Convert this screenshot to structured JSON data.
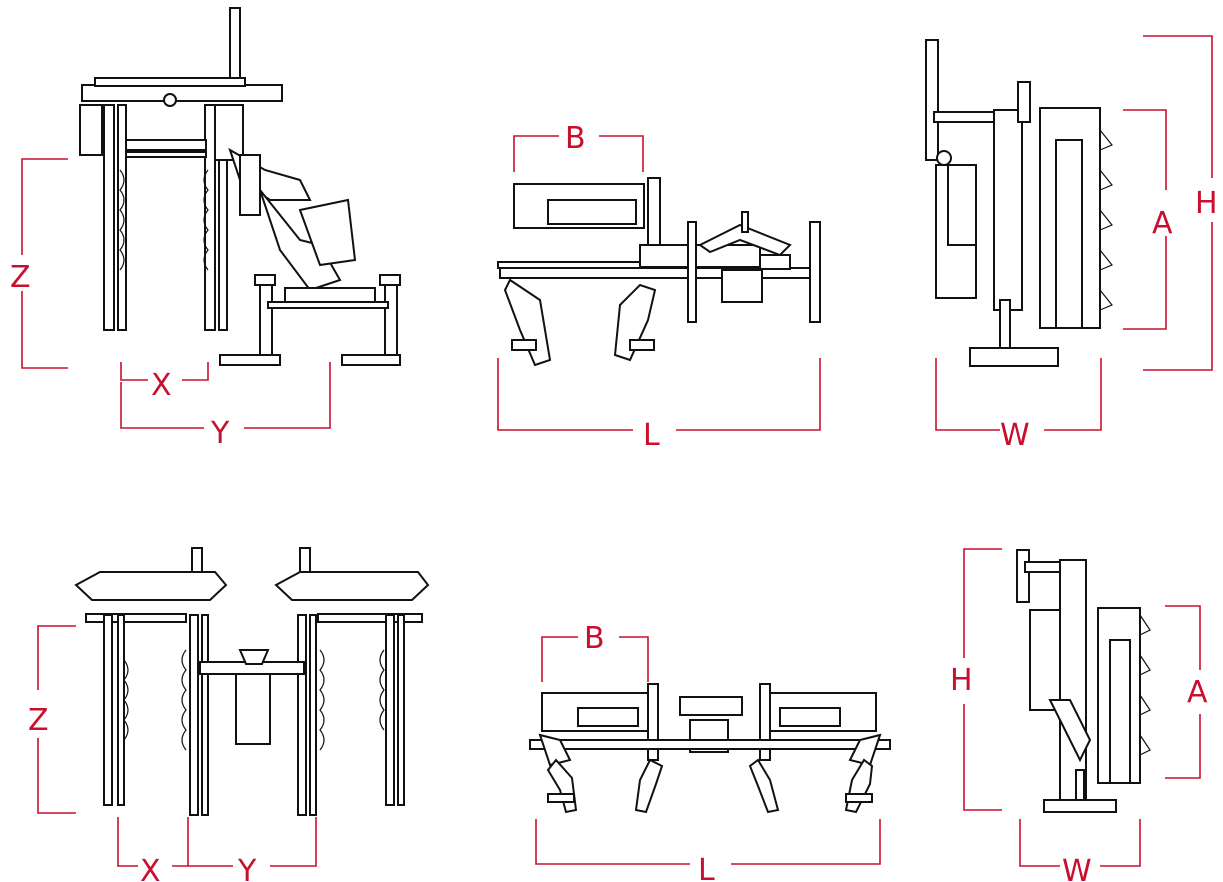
{
  "colors": {
    "dimension": "#c8102e",
    "linework": "#111111",
    "background": "#ffffff"
  },
  "views": [
    {
      "name": "top-left",
      "labels": {
        "z": "Z",
        "x": "X",
        "y": "Y"
      }
    },
    {
      "name": "top-middle",
      "labels": {
        "b": "B",
        "l": "L"
      }
    },
    {
      "name": "top-right",
      "labels": {
        "a": "A",
        "h": "H",
        "w": "W"
      }
    },
    {
      "name": "bottom-left",
      "labels": {
        "z": "Z",
        "x": "X",
        "y": "Y"
      }
    },
    {
      "name": "bottom-middle",
      "labels": {
        "b": "B",
        "l": "L"
      }
    },
    {
      "name": "bottom-right",
      "labels": {
        "h": "H",
        "a": "A",
        "w": "W"
      }
    }
  ]
}
